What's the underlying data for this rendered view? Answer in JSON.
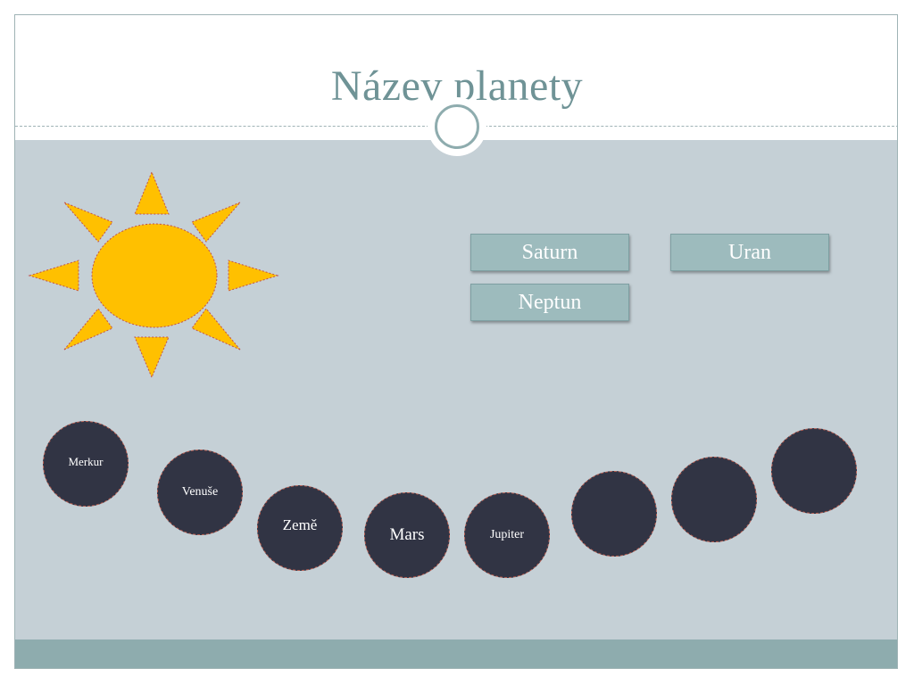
{
  "slide": {
    "title": "Název planety"
  },
  "colors": {
    "title": "#6f9396",
    "content_background": "#c5d0d6",
    "footer_bar": "#8eacae",
    "sun": "#ffc000",
    "planet": "#313444",
    "label_box": "#9dbbbd"
  },
  "labels": [
    {
      "text": "Saturn"
    },
    {
      "text": "Uran"
    },
    {
      "text": "Neptun"
    }
  ],
  "planets": [
    {
      "label": "Merkur"
    },
    {
      "label": "Venuše"
    },
    {
      "label": "Země"
    },
    {
      "label": "Mars"
    },
    {
      "label": "Jupiter"
    },
    {
      "label": ""
    },
    {
      "label": ""
    },
    {
      "label": ""
    }
  ]
}
